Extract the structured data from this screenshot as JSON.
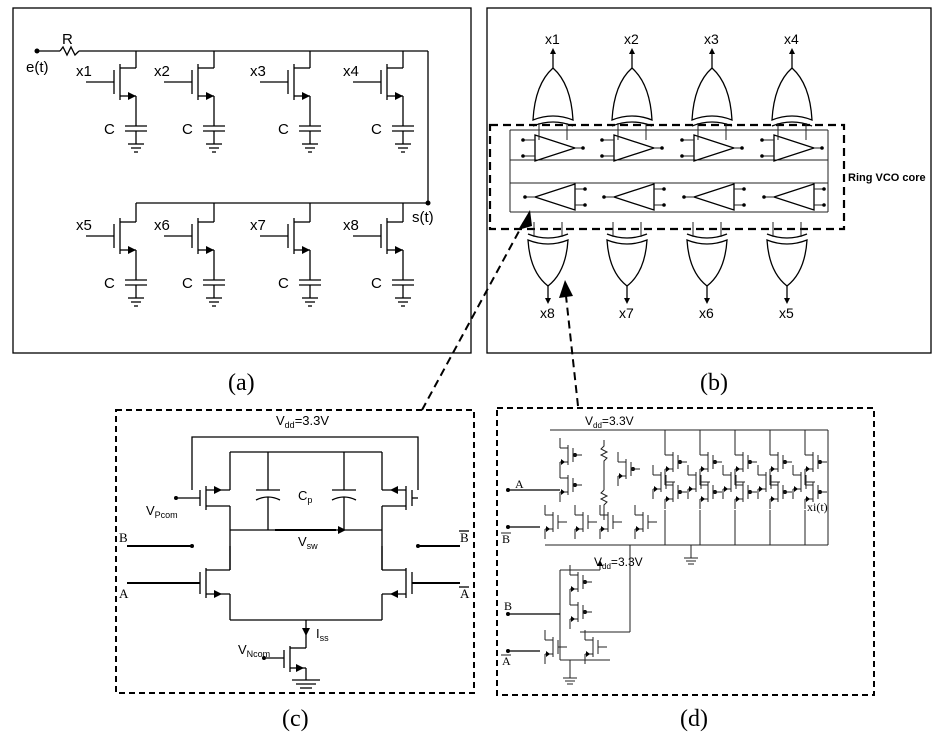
{
  "panels": {
    "a": {
      "caption": "(a)",
      "input_label": "e(t)",
      "resistor_label": "R",
      "output_label": "s(t)",
      "cap_label": "C",
      "top_row": [
        "x1",
        "x2",
        "x3",
        "x4"
      ],
      "bottom_row": [
        "x5",
        "x6",
        "x7",
        "x8"
      ]
    },
    "b": {
      "caption": "(b)",
      "core_label": "Ring VCO core",
      "top_outputs": [
        "x1",
        "x2",
        "x3",
        "x4"
      ],
      "bottom_outputs": [
        "x8",
        "x7",
        "x6",
        "x5"
      ]
    },
    "c": {
      "caption": "(c)",
      "vdd": "3.3V",
      "vpcom": "Pcom",
      "vncom": "Ncom",
      "cp": "p",
      "vsw": "sw",
      "iss": "ss",
      "B": "B",
      "A": "A",
      "V": "V",
      "C": "C",
      "I": "I",
      "dd": "dd",
      "eq": "="
    },
    "d": {
      "caption": "(d)",
      "vdd": "3.3V",
      "output": "xi(t)",
      "A": "A",
      "B": "B",
      "V": "V",
      "dd": "dd",
      "eq": "="
    }
  }
}
